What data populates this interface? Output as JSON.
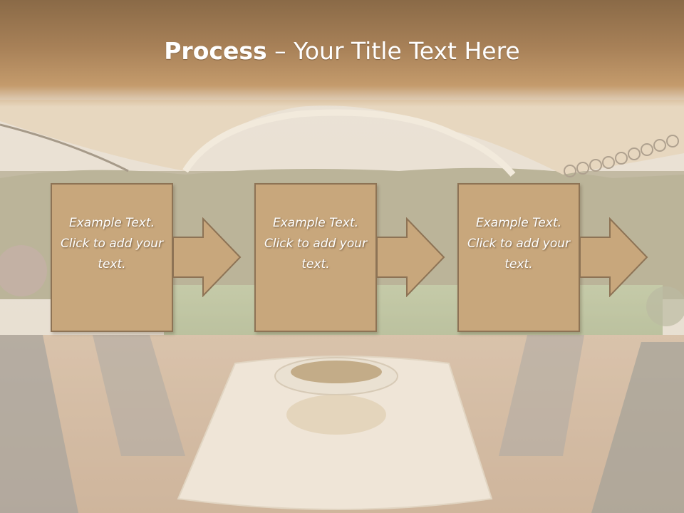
{
  "slide": {
    "title_bold": "Process",
    "title_rest": " – Your Title Text Here"
  },
  "steps": [
    {
      "text": "Example Text. Click  to add your text."
    },
    {
      "text": "Example Text. Click  to add your text."
    },
    {
      "text": "Example Text. Click  to add your text."
    }
  ],
  "colors": {
    "title_band": "#a88158",
    "step_fill": "#c8a77c",
    "step_border": "#8d7355",
    "text": "#ffffff"
  },
  "background_image": "garden-patio-with-canopy-and-table"
}
